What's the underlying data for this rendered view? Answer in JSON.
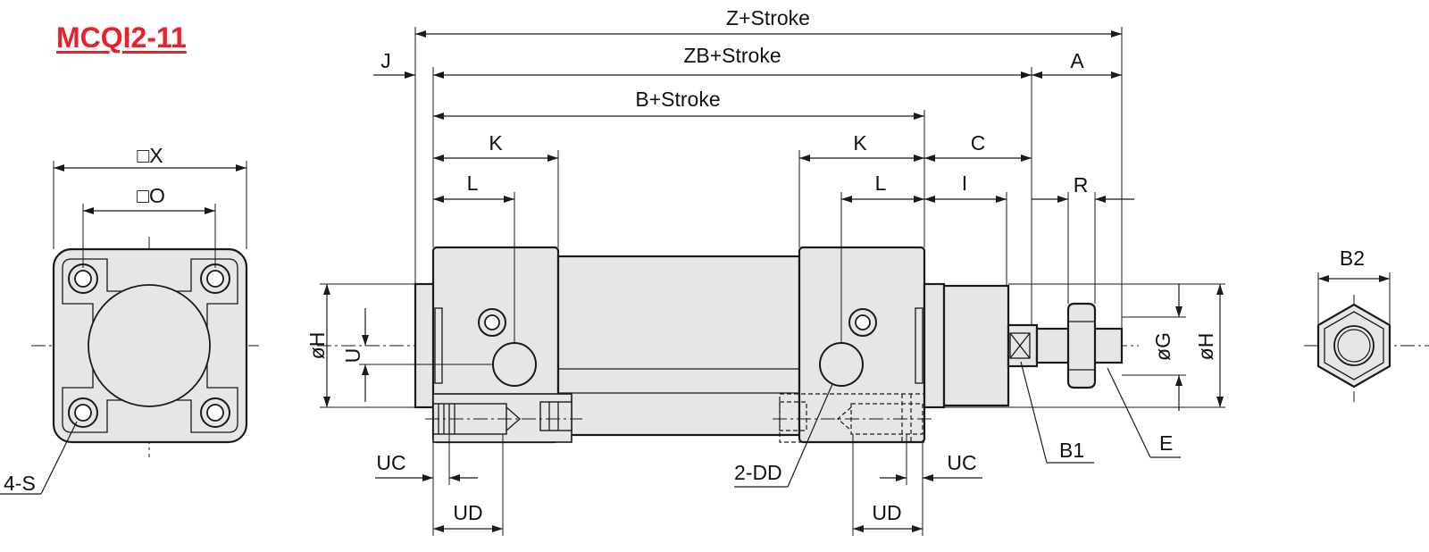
{
  "title": "MCQI2-11",
  "front_view": {
    "square_x": "□X",
    "square_o": "□O",
    "holes": "4-S"
  },
  "side_view": {
    "z_stroke": "Z+Stroke",
    "zb_stroke": "ZB+Stroke",
    "b_stroke": "B+Stroke",
    "j": "J",
    "a": "A",
    "k_left": "K",
    "k_right": "K",
    "l_left": "L",
    "l_right": "L",
    "c": "C",
    "i": "I",
    "r": "R",
    "dia_h_left": "øH",
    "u": "U",
    "dia_g": "øG",
    "dia_h_right": "øH",
    "uc_left": "UC",
    "uc_right": "UC",
    "ud_left": "UD",
    "ud_right": "UD",
    "dd": "2-DD",
    "b1": "B1",
    "e": "E"
  },
  "nut_view": {
    "b2": "B2"
  },
  "colors": {
    "title": "#e8212b",
    "body_fill": "#e6e6e6",
    "line": "#1a1a1a"
  }
}
